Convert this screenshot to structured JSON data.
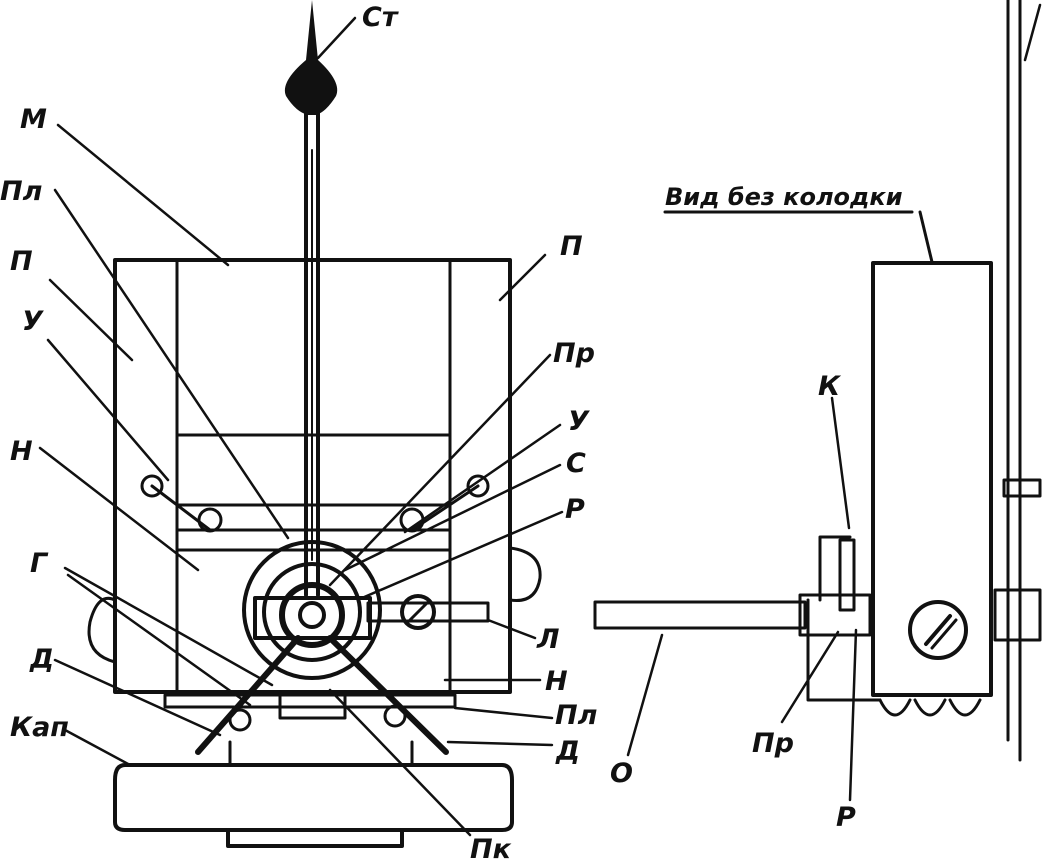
{
  "caption": "Вид без колодки",
  "labels": {
    "st": "Ст",
    "m": "М",
    "pl_top": "Пл",
    "p_left": "П",
    "u_left": "У",
    "n_left": "Н",
    "g": "Г",
    "d_left": "Д",
    "kap": "Кап",
    "p_right": "П",
    "pr_mid": "Пр",
    "u_right": "У",
    "s": "С",
    "r_mid": "Р",
    "l": "Л",
    "n_right": "Н",
    "pl_bottom": "Пл",
    "d_right": "Д",
    "pk": "Пк",
    "k": "К",
    "o": "О",
    "pr_side": "Пр",
    "r_side": "Р"
  }
}
